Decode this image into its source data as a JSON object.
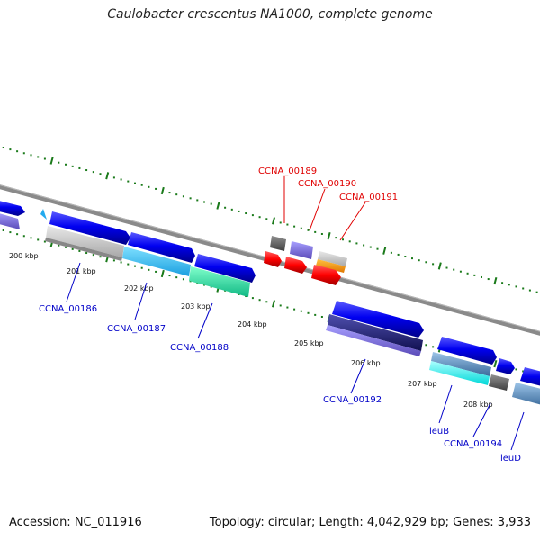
{
  "title": "Caulobacter crescentus NA1000, complete genome",
  "footer": {
    "accession": "Accession: NC_011916",
    "summary": "Topology: circular; Length: 4,042,929 bp; Genes: 3,933"
  },
  "kbp_labels": [
    "200 kbp",
    "201 kbp",
    "202 kbp",
    "203 kbp",
    "204 kbp",
    "205 kbp",
    "206 kbp",
    "207 kbp",
    "208 kbp"
  ],
  "gene_labels": [
    {
      "id": "CCNA_00186",
      "text": "CCNA_00186",
      "color": "#0000c8"
    },
    {
      "id": "CCNA_00187",
      "text": "CCNA_00187",
      "color": "#0000c8"
    },
    {
      "id": "CCNA_00188",
      "text": "CCNA_00188",
      "color": "#0000c8"
    },
    {
      "id": "CCNA_00189",
      "text": "CCNA_00189",
      "color": "#e00000"
    },
    {
      "id": "CCNA_00190",
      "text": "CCNA_00190",
      "color": "#e00000"
    },
    {
      "id": "CCNA_00191",
      "text": "CCNA_00191",
      "color": "#e00000"
    },
    {
      "id": "CCNA_00192",
      "text": "CCNA_00192",
      "color": "#0000c8"
    },
    {
      "id": "leuB",
      "text": "leuB",
      "color": "#0000c8"
    },
    {
      "id": "CCNA_00194",
      "text": "CCNA_00194",
      "color": "#0000c8"
    },
    {
      "id": "leuD",
      "text": "leuD",
      "color": "#0000c8"
    }
  ],
  "colors": {
    "backbone": "#888888",
    "ticks": "#1a7a1a",
    "forward_cds": "#0000ee",
    "rna": "#ff0000"
  }
}
